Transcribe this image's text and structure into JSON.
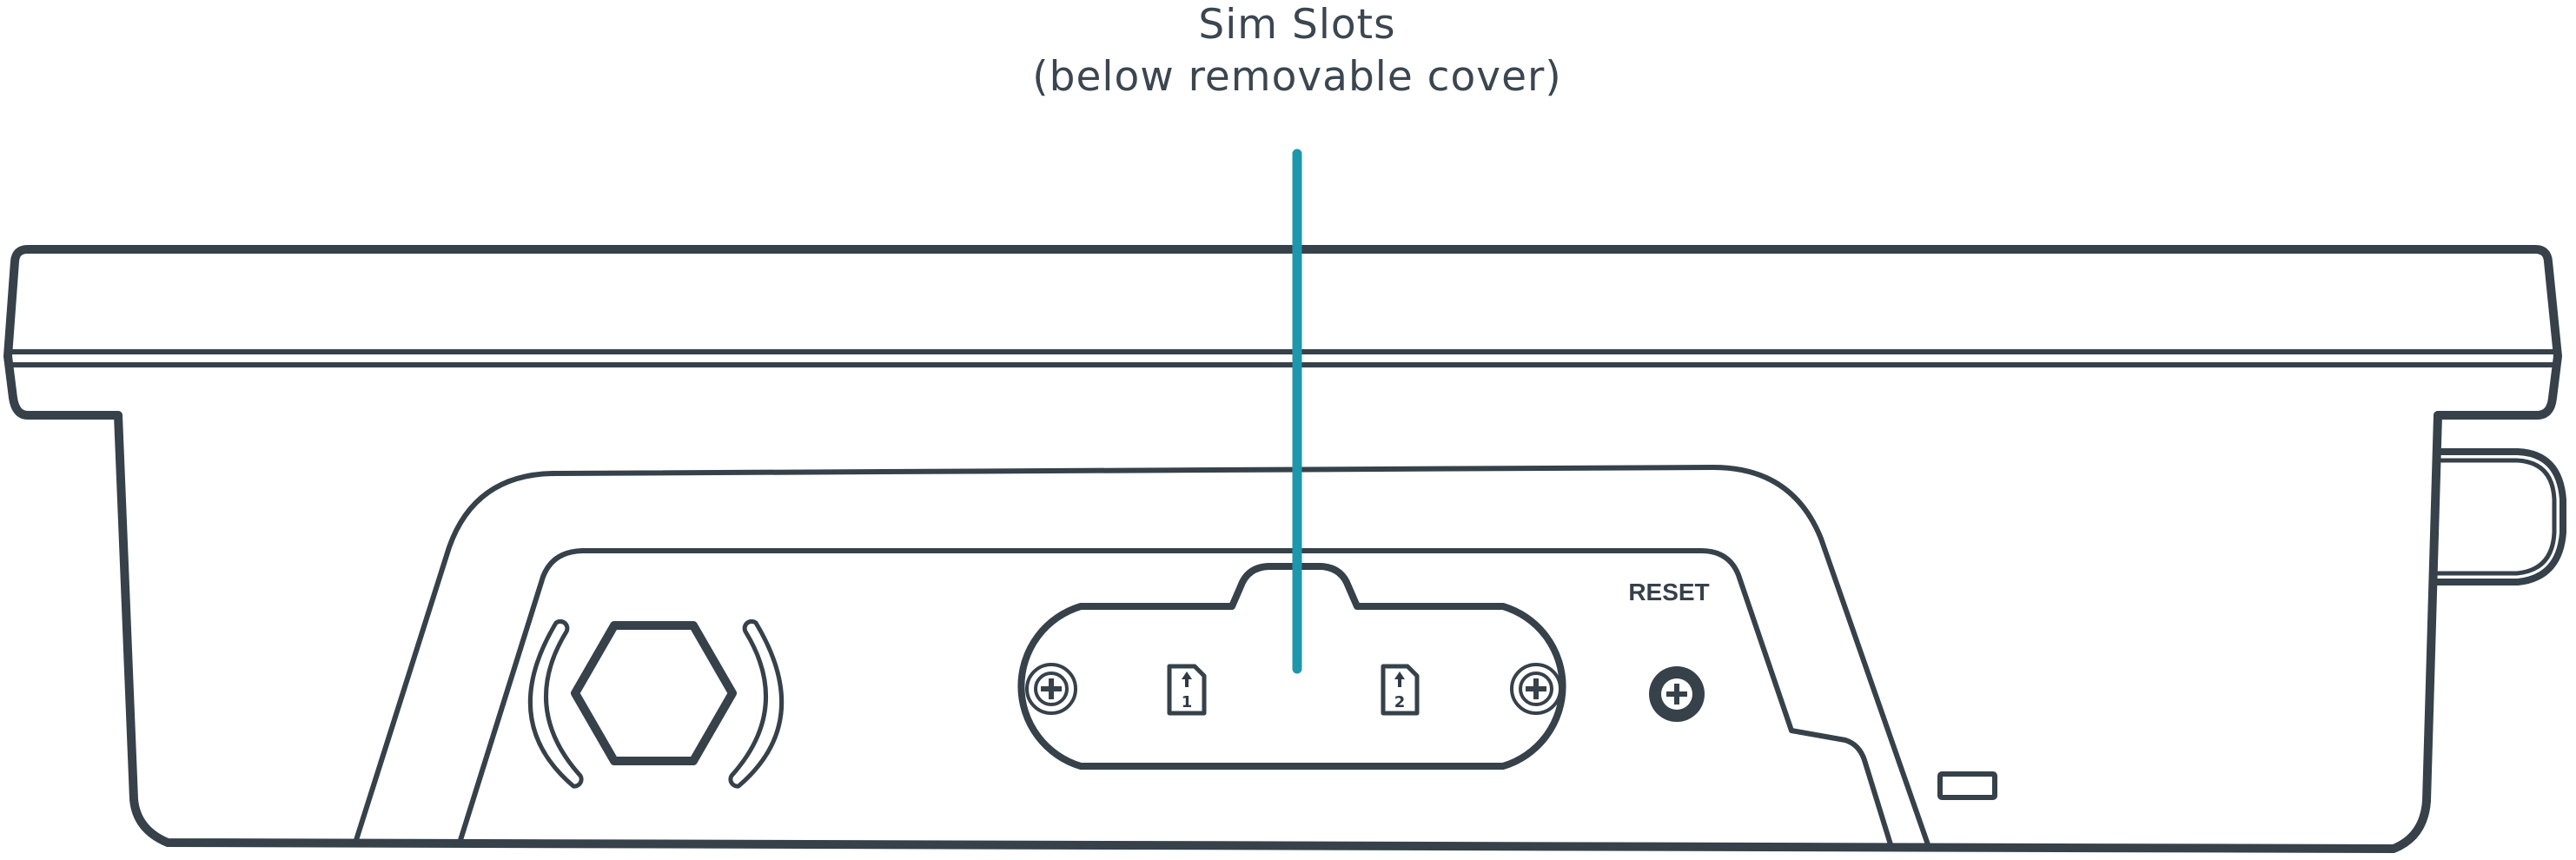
{
  "callout": {
    "line1": "Sim Slots",
    "line2": "(below removable cover)"
  },
  "labels": {
    "reset": "RESET",
    "slot1": "1",
    "slot2": "2"
  },
  "colors": {
    "outline": "#36414a",
    "callout_line": "#1e97ad",
    "text": "#3b4650"
  },
  "icons": {
    "screw_left": "phillips-screw-icon",
    "screw_right": "phillips-screw-icon",
    "reset_button": "reset-button-icon",
    "sim_slot_1": "sim-card-icon",
    "sim_slot_2": "sim-card-icon",
    "hex_connector": "hex-nut-icon",
    "led": "led-indicator-icon"
  }
}
